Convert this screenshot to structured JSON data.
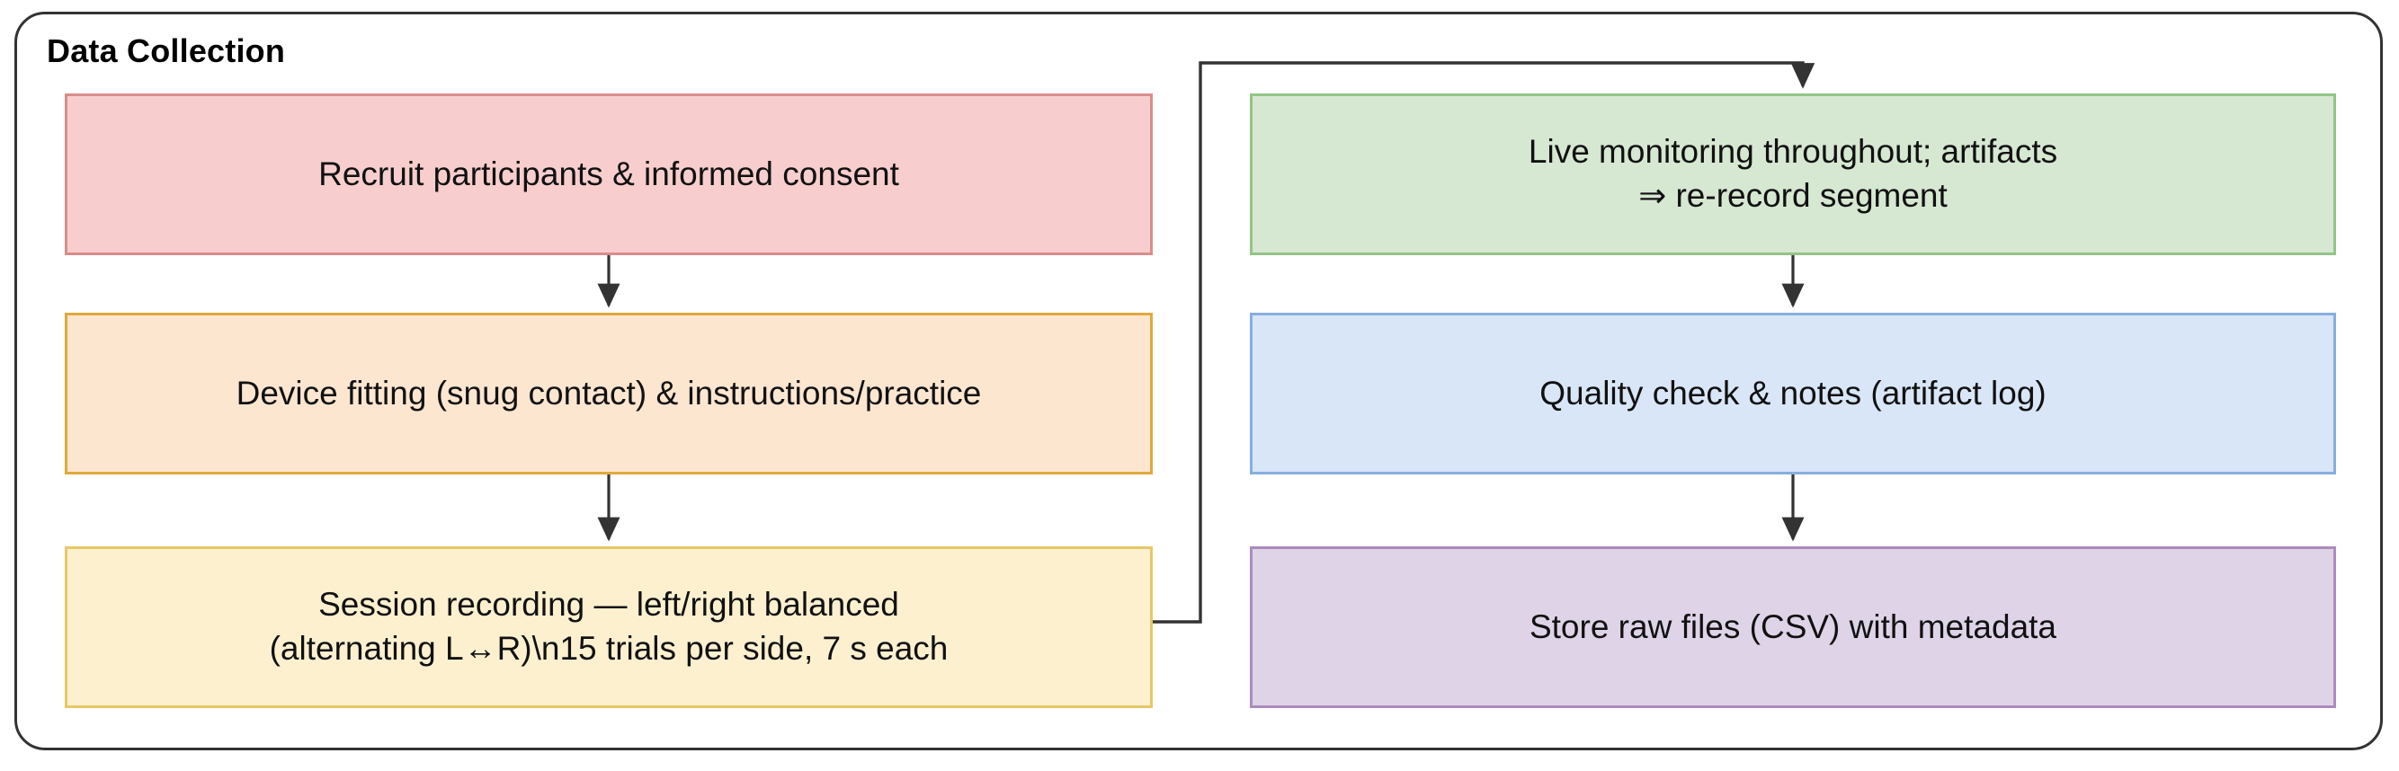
{
  "diagram": {
    "type": "flowchart",
    "title": "Data Collection",
    "orientation": "two-column vertical flow with feedback elbow connector",
    "colors": {
      "container_border": "#333333",
      "canvas_background": "#ffffff",
      "edge_stroke": "#333333",
      "text": "#111111",
      "node_pink_fill": "#f7cecd",
      "node_pink_border": "#d98d8d",
      "node_orange_fill": "#fde6d0",
      "node_orange_border": "#e0a93b",
      "node_yellow_fill": "#fdf0cf",
      "node_yellow_border": "#e8c766",
      "node_green_fill": "#d6e7d2",
      "node_green_border": "#93c487",
      "node_blue_fill": "#d9e6f8",
      "node_blue_border": "#87aede",
      "node_purple_fill": "#dfd3e7",
      "node_purple_border": "#ab8cbe"
    },
    "nodes": [
      {
        "id": "recruit",
        "column": "left",
        "row": 1,
        "label": "Recruit participants & informed consent",
        "fill": "#f7cecd"
      },
      {
        "id": "device-fitting",
        "column": "left",
        "row": 2,
        "label": "Device fitting (snug contact) & instructions/practice",
        "fill": "#fde6d0"
      },
      {
        "id": "session-recording",
        "column": "left",
        "row": 3,
        "label": "Session recording — left/right balanced\n(alternating L↔R)\\n15 trials per side, 7 s each",
        "fill": "#fdf0cf"
      },
      {
        "id": "live-monitoring",
        "column": "right",
        "row": 1,
        "label": "Live monitoring throughout; artifacts\n⇒ re-record segment",
        "fill": "#d6e7d2"
      },
      {
        "id": "quality-check",
        "column": "right",
        "row": 2,
        "label": "Quality check & notes (artifact log)",
        "fill": "#d9e6f8"
      },
      {
        "id": "store-raw",
        "column": "right",
        "row": 3,
        "label": "Store raw files (CSV) with metadata",
        "fill": "#dfd3e7"
      }
    ],
    "edges": [
      {
        "id": "edge-recruit-to-device",
        "from": "recruit",
        "to": "device-fitting",
        "style": "straight-down-arrow"
      },
      {
        "id": "edge-device-to-session",
        "from": "device-fitting",
        "to": "session-recording",
        "style": "straight-down-arrow"
      },
      {
        "id": "edge-session-to-live-monitoring",
        "from": "session-recording",
        "to": "live-monitoring",
        "style": "elbow-right-up-right-down-arrow"
      },
      {
        "id": "edge-live-monitoring-to-quality",
        "from": "live-monitoring",
        "to": "quality-check",
        "style": "straight-down-arrow"
      },
      {
        "id": "edge-quality-to-store",
        "from": "quality-check",
        "to": "store-raw",
        "style": "straight-down-arrow"
      }
    ]
  }
}
